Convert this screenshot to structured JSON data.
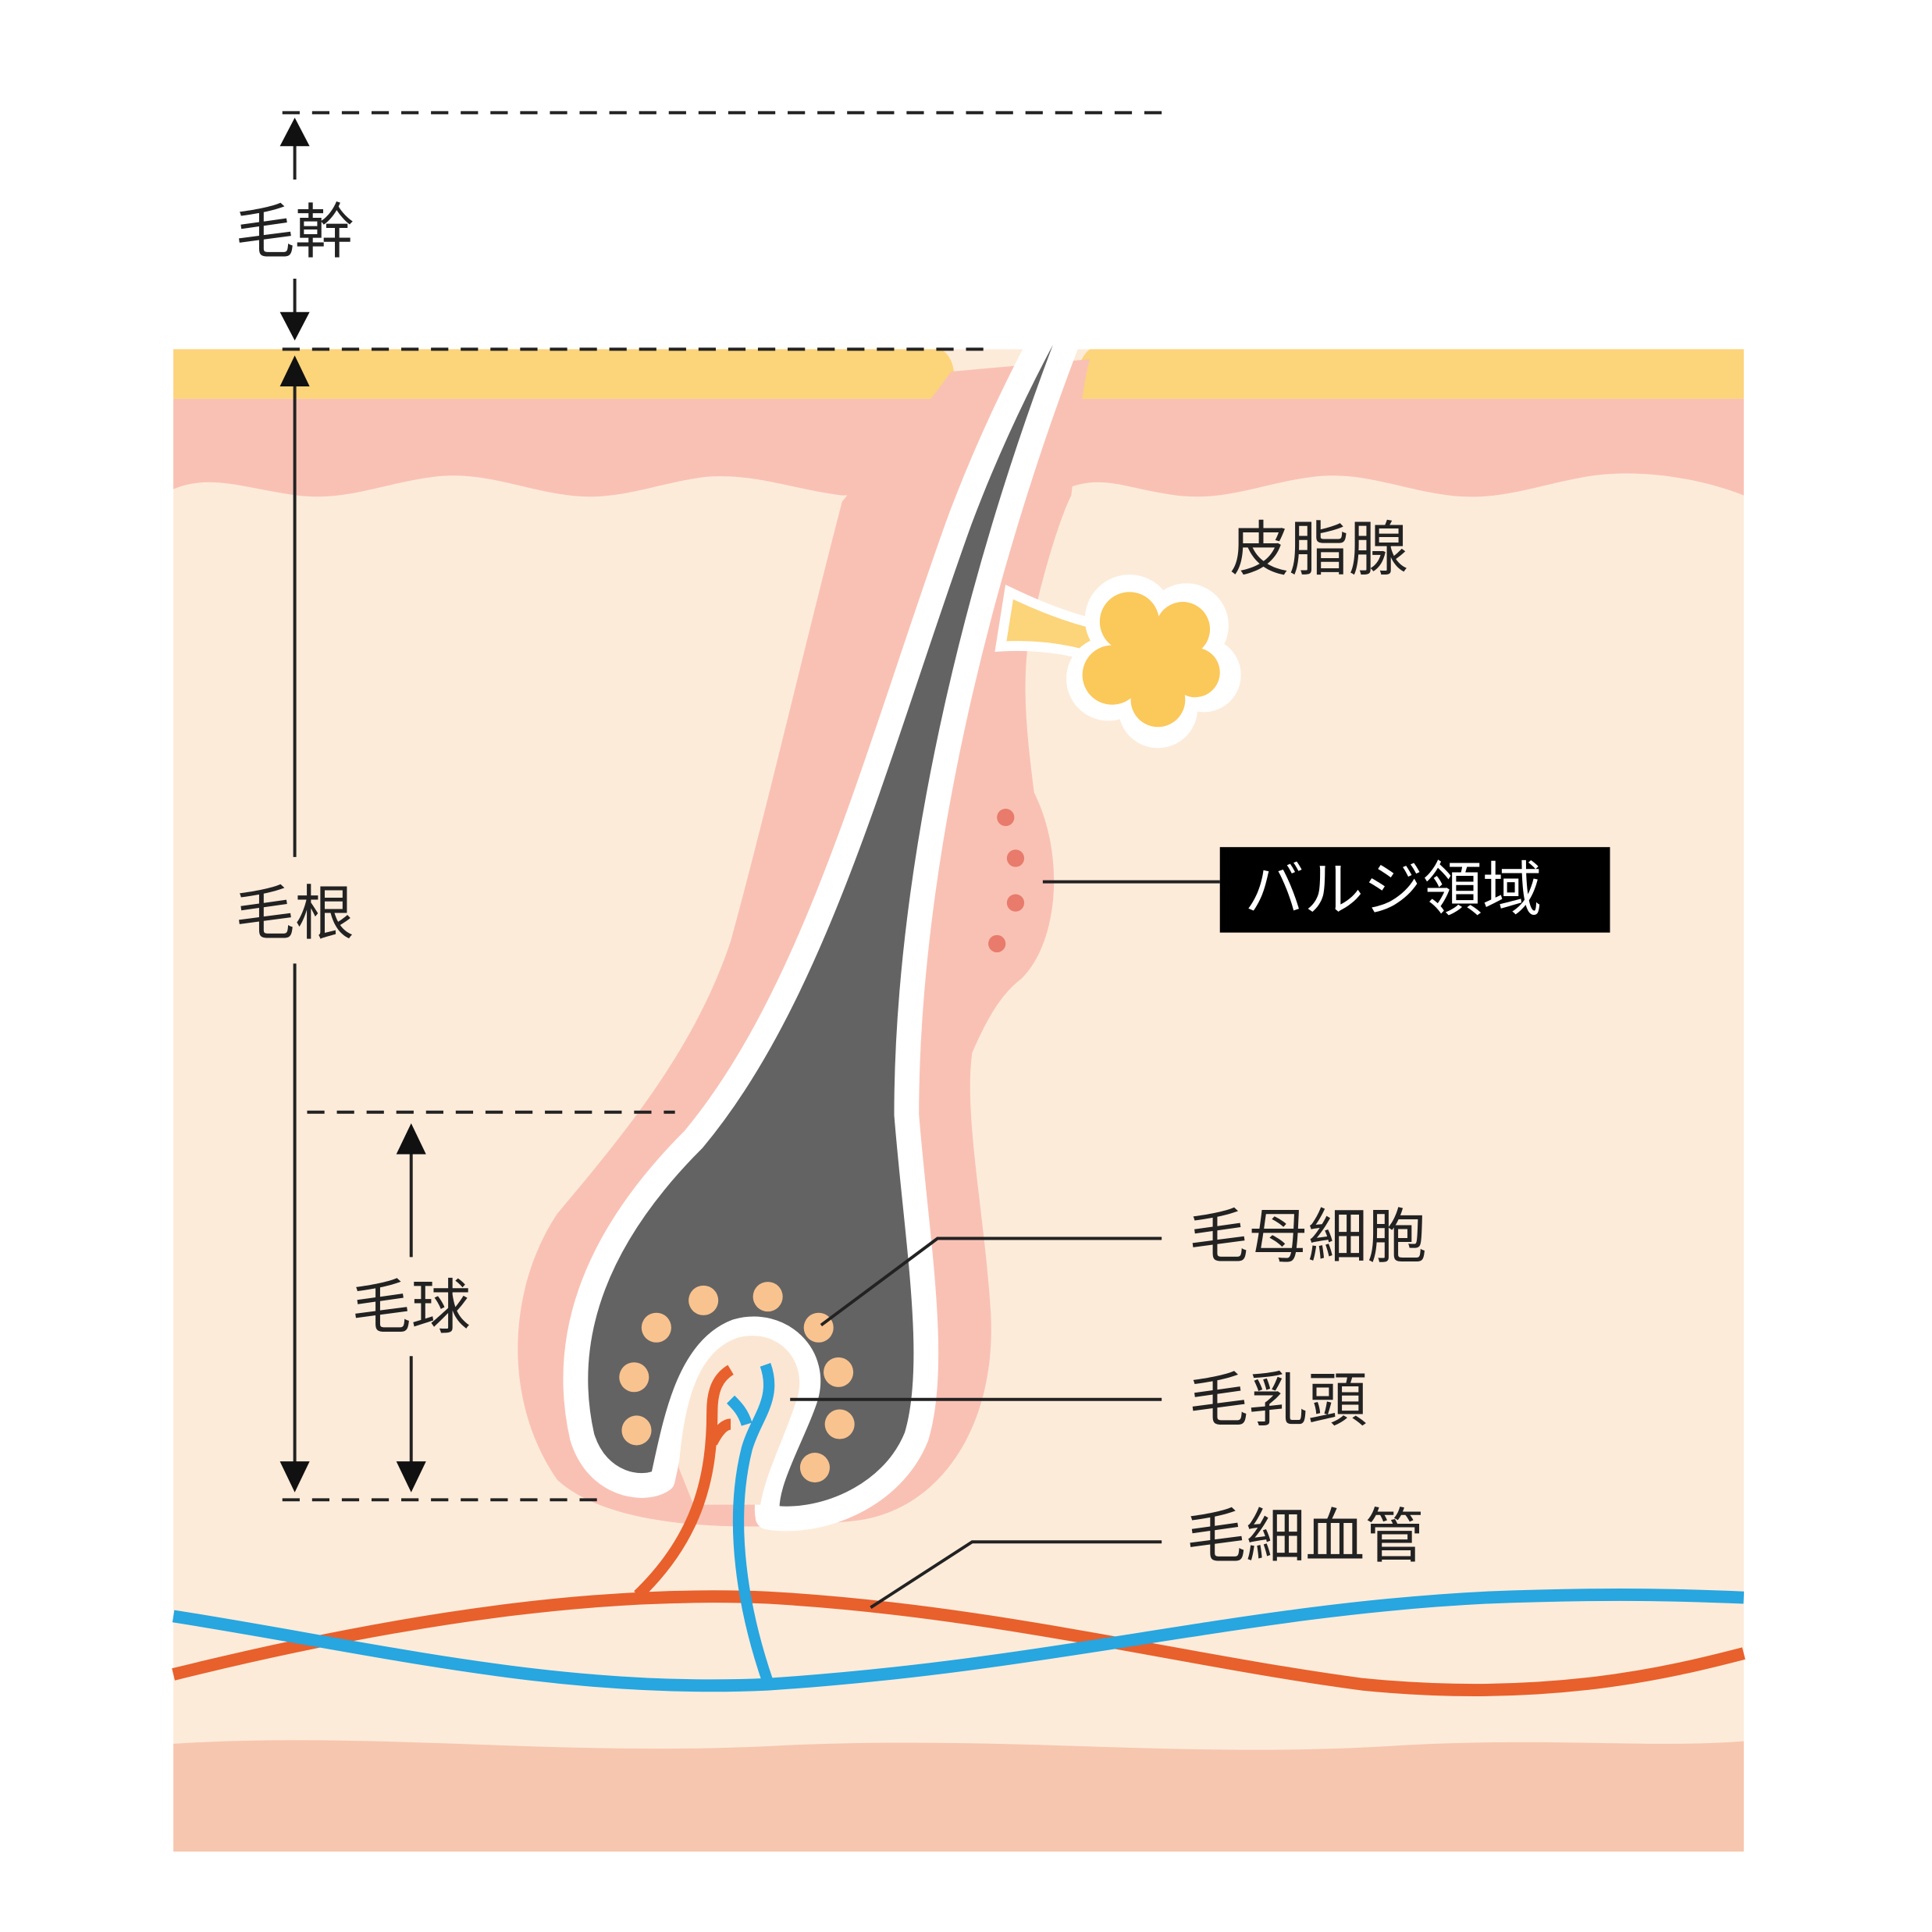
{
  "title": "毛髪の構造",
  "labels": {
    "hair_shaft": "毛幹",
    "hair_root": "毛根",
    "hair_bulb": "毛球",
    "sebaceous_gland": "皮脂腺",
    "bulge_region": "バルジ領域",
    "hair_matrix_cells": "毛母細胞",
    "dermal_papilla": "毛乳頭",
    "capillaries": "毛細血管"
  },
  "colors": {
    "epidermis": "#FCD47A",
    "dermis_upper": "#F9C1B4",
    "dermis": "#FDEBDA",
    "subcutis": "#F7C6AE",
    "hair": "#636363",
    "artery": "#E8602C",
    "vein": "#27A6E0",
    "matrix_cells": "#F9C38F",
    "bulge_cells": "#E87B6B",
    "highlight_box": "#000000"
  }
}
